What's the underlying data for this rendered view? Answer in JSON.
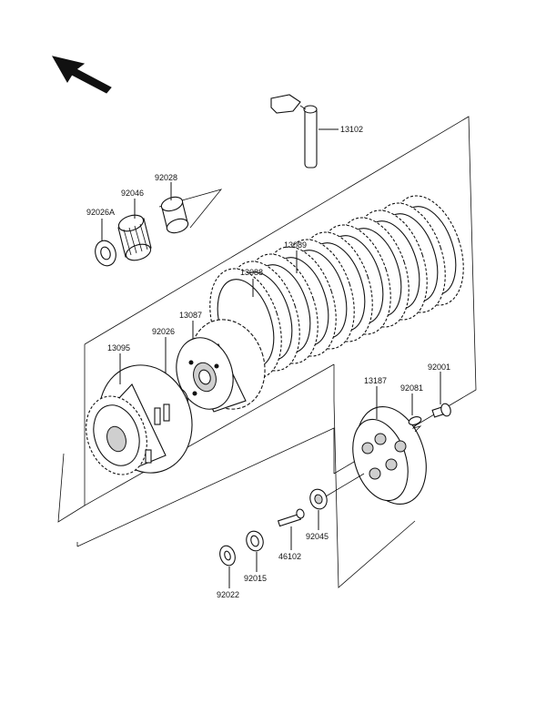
{
  "labels": {
    "p13102": "13102",
    "p92028": "92028",
    "p92046": "92046",
    "p92026A": "92026A",
    "p13089": "13089",
    "p13088": "13088",
    "p13087": "13087",
    "p92026": "92026",
    "p13095": "13095",
    "p13187": "13187",
    "p92001": "92001",
    "p92081": "92081",
    "p92045": "92045",
    "p46102": "46102",
    "p92015": "92015",
    "p92022": "92022"
  },
  "icons": {
    "direction_arrow": "front-direction-arrow-icon"
  }
}
